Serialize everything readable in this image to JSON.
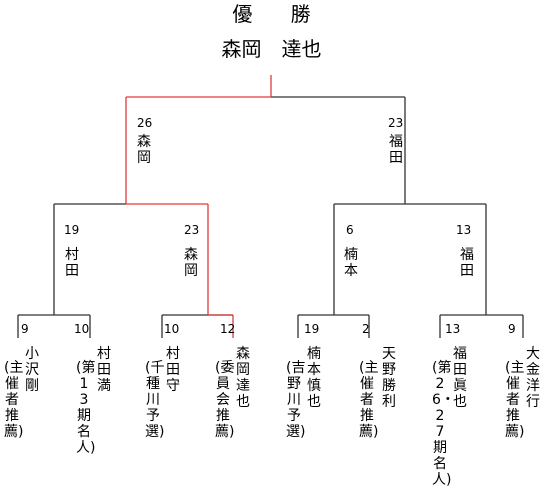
{
  "bracket": {
    "champion_label": "優 勝",
    "champion_name": "森岡　達也",
    "final": [
      {
        "score": "26",
        "name": "森岡"
      },
      {
        "score": "23",
        "name": "福田"
      }
    ],
    "semis": [
      {
        "score": "19",
        "name": "村田"
      },
      {
        "score": "23",
        "name": "森岡"
      },
      {
        "score": "6",
        "name": "楠本"
      },
      {
        "score": "13",
        "name": "福田"
      }
    ],
    "players": [
      {
        "score": "9",
        "name": "小沢　剛",
        "note": "(主催者推薦)"
      },
      {
        "score": "10",
        "name": "村田　満",
        "note": "(第13期名人)"
      },
      {
        "score": "10",
        "name": "村田　守",
        "note": "(千種川予選)"
      },
      {
        "score": "12",
        "name": "森岡　達也",
        "note": "(委員会推薦)"
      },
      {
        "score": "19",
        "name": "楠本　慎也",
        "note": "(吉野川予選)"
      },
      {
        "score": "2",
        "name": "天野　勝利",
        "note": "(主催者推薦)"
      },
      {
        "score": "13",
        "name": "福田　眞也",
        "note": "(第26・27期名人)"
      },
      {
        "score": "9",
        "name": "大金　洋行",
        "note": "(主催者推薦)"
      }
    ],
    "colors": {
      "line": "#333333",
      "winner_path": "#e03a3a"
    }
  }
}
